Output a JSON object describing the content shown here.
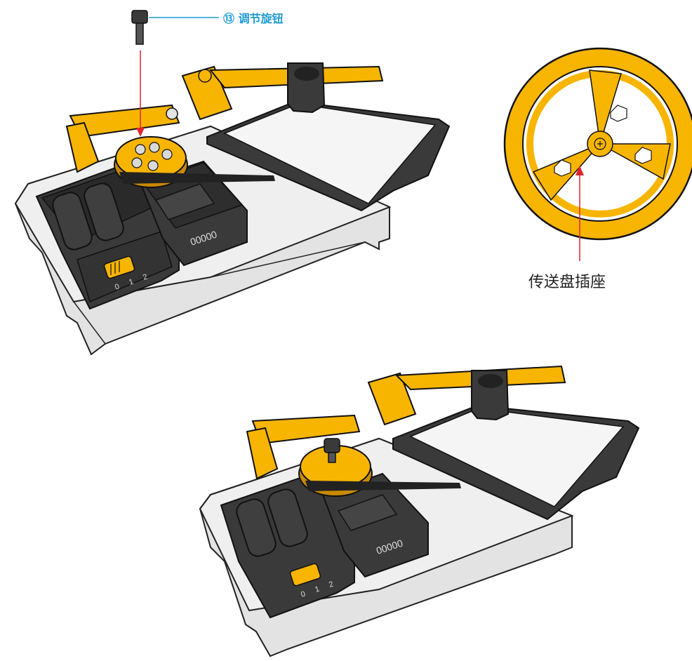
{
  "labels": {
    "knob_number": "⑬",
    "knob_text": "调节旋钮",
    "socket_text": "传送盘插座"
  },
  "switch_positions": [
    "0",
    "1",
    "2"
  ],
  "display_dots": "00000",
  "colors": {
    "yellow": "#f7b500",
    "yellow_dark": "#c98a00",
    "dark_gray": "#3a3a3a",
    "base_gray": "#e3e3e3",
    "callout_blue": "#1d9bd6",
    "callout_red": "#e1242b"
  }
}
